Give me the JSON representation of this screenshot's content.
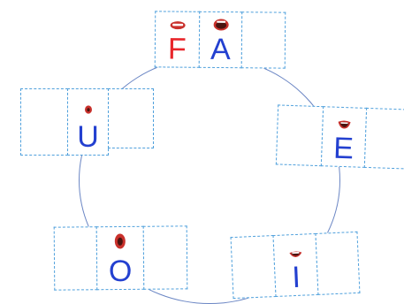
{
  "letters": {
    "f": "F",
    "a": "A",
    "e": "E",
    "i": "I",
    "o": "O",
    "u": "U"
  },
  "colors": {
    "consonant": "#e8262b",
    "vowel": "#2340d0",
    "box_border": "#4fa0dc",
    "ring": "#6b86c4",
    "mouth_fill": "#c9312c",
    "mouth_dark": "#4a1410"
  },
  "icons": {
    "mouth_f": "mouth-bite-lip",
    "mouth_a": "mouth-open-wide",
    "mouth_e": "mouth-smile-open",
    "mouth_i": "mouth-narrow",
    "mouth_o": "mouth-round-open",
    "mouth_u": "mouth-pursed"
  }
}
